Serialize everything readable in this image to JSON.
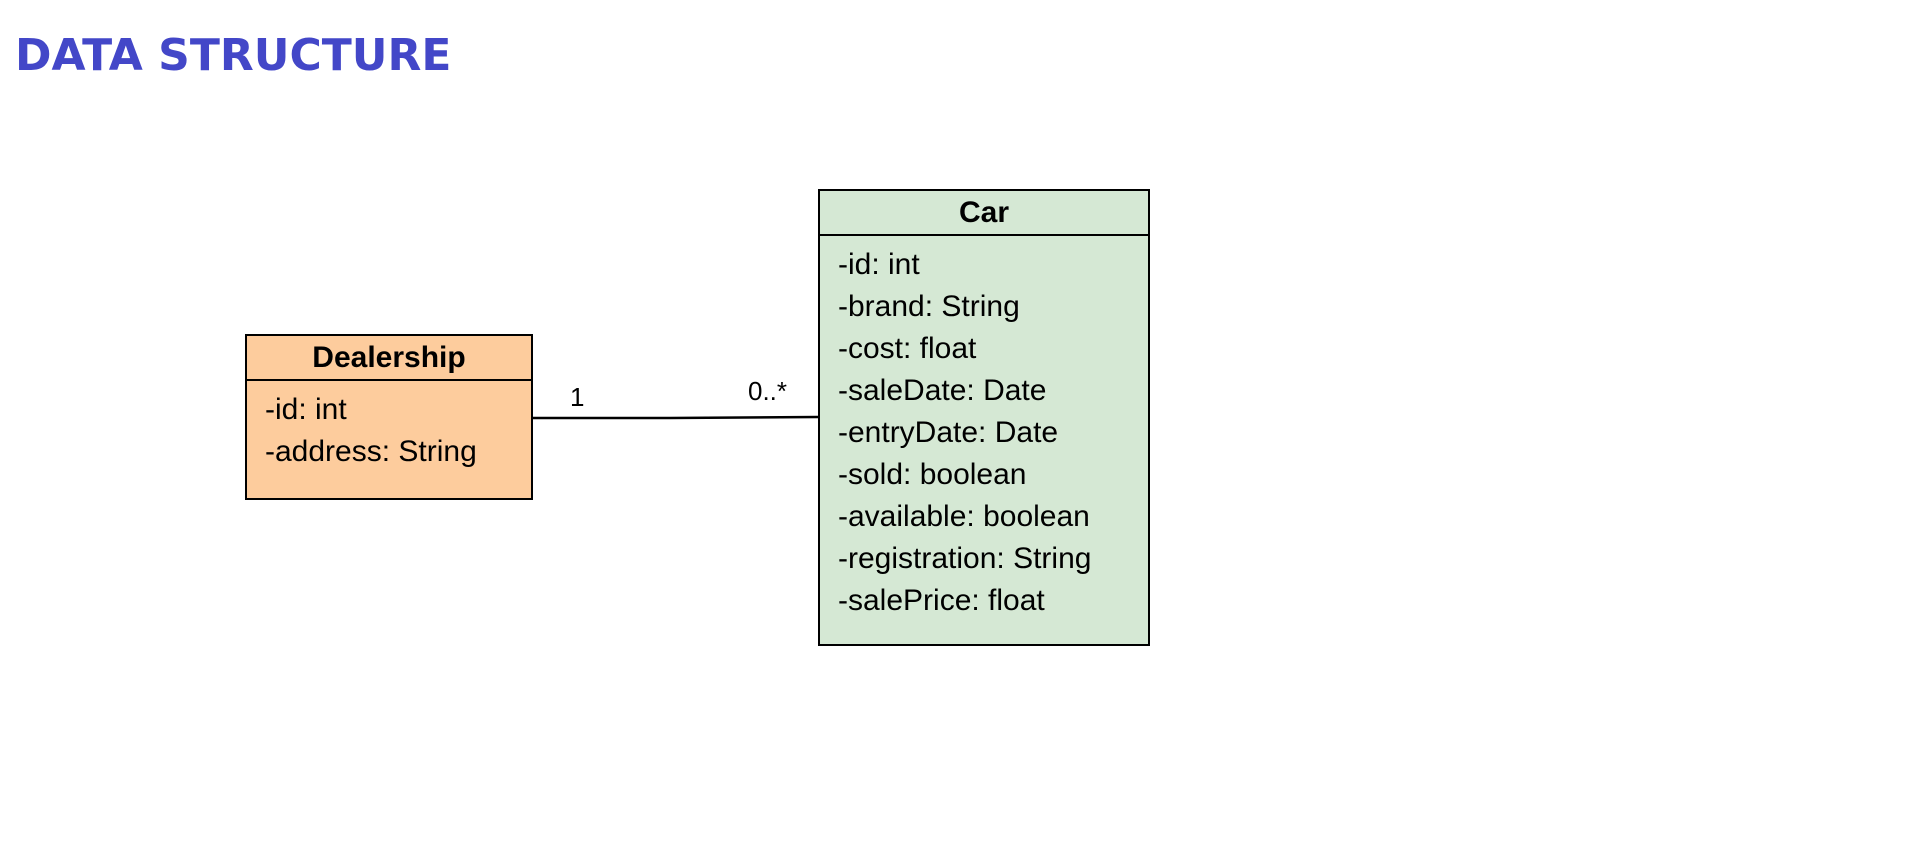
{
  "title": "DATA STRUCTURE",
  "colors": {
    "title": "#4347c8",
    "dealership_fill": "#fdcc9d",
    "car_fill": "#d5e8d4",
    "stroke": "#000000"
  },
  "classes": {
    "dealership": {
      "name": "Dealership",
      "attributes": [
        "-id: int",
        "-address: String"
      ]
    },
    "car": {
      "name": "Car",
      "attributes": [
        "-id: int",
        "-brand: String",
        "-cost: float",
        "-saleDate: Date",
        "-entryDate: Date",
        "-sold: boolean",
        "-available: boolean",
        "-registration: String",
        "-salePrice: float"
      ]
    }
  },
  "association": {
    "from": "Dealership",
    "to": "Car",
    "from_multiplicity": "1",
    "to_multiplicity": "0..*"
  }
}
